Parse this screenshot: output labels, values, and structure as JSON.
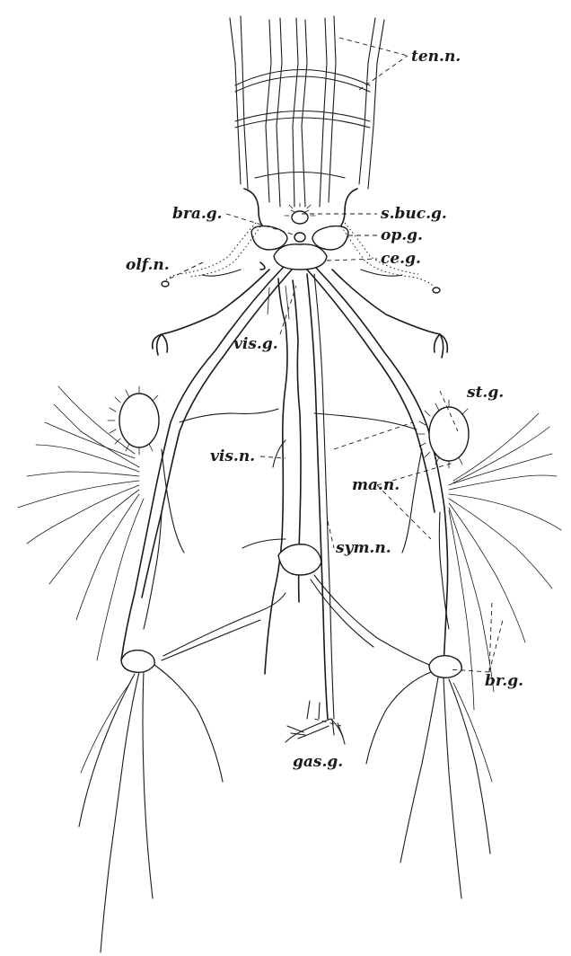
{
  "labels": {
    "ten_n": "ten.n.",
    "s_buc_g": "s.buc.g.",
    "bra_g": "bra.g.",
    "op_g": "op.g.",
    "olf_n": "olf.n.",
    "ce_g": "ce.g.",
    "vis_g": "vis.g.",
    "st_g": "st.g.",
    "vis_n": "vis.n.",
    "ma_n": "ma.n.",
    "sym_n": "sym.n.",
    "br_g": "br.g.",
    "gas_g": "gas.g."
  },
  "colors": {
    "ink": "#1a1a1a",
    "paper": "#ffffff"
  }
}
